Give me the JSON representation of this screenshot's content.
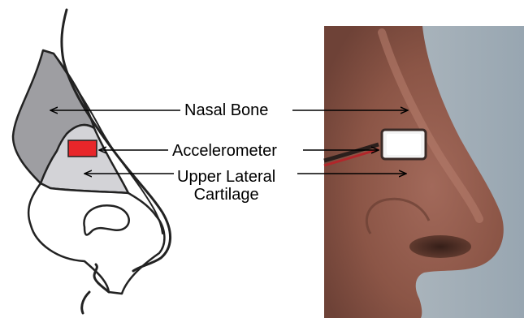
{
  "labels": {
    "nasal_bone": "Nasal Bone",
    "accelerometer": "Accelerometer",
    "upper_lateral_cartilage_line1": "Upper Lateral",
    "upper_lateral_cartilage_line2": "Cartilage"
  },
  "colors": {
    "nasal_bone_fill": "#9e9ea2",
    "cartilage_fill": "#d3d3d7",
    "accelerometer_marker": "#e8262a",
    "skin": "#8b5a4c",
    "background_photo": "#a9b3bb",
    "sensor": "#f2f2f2"
  }
}
